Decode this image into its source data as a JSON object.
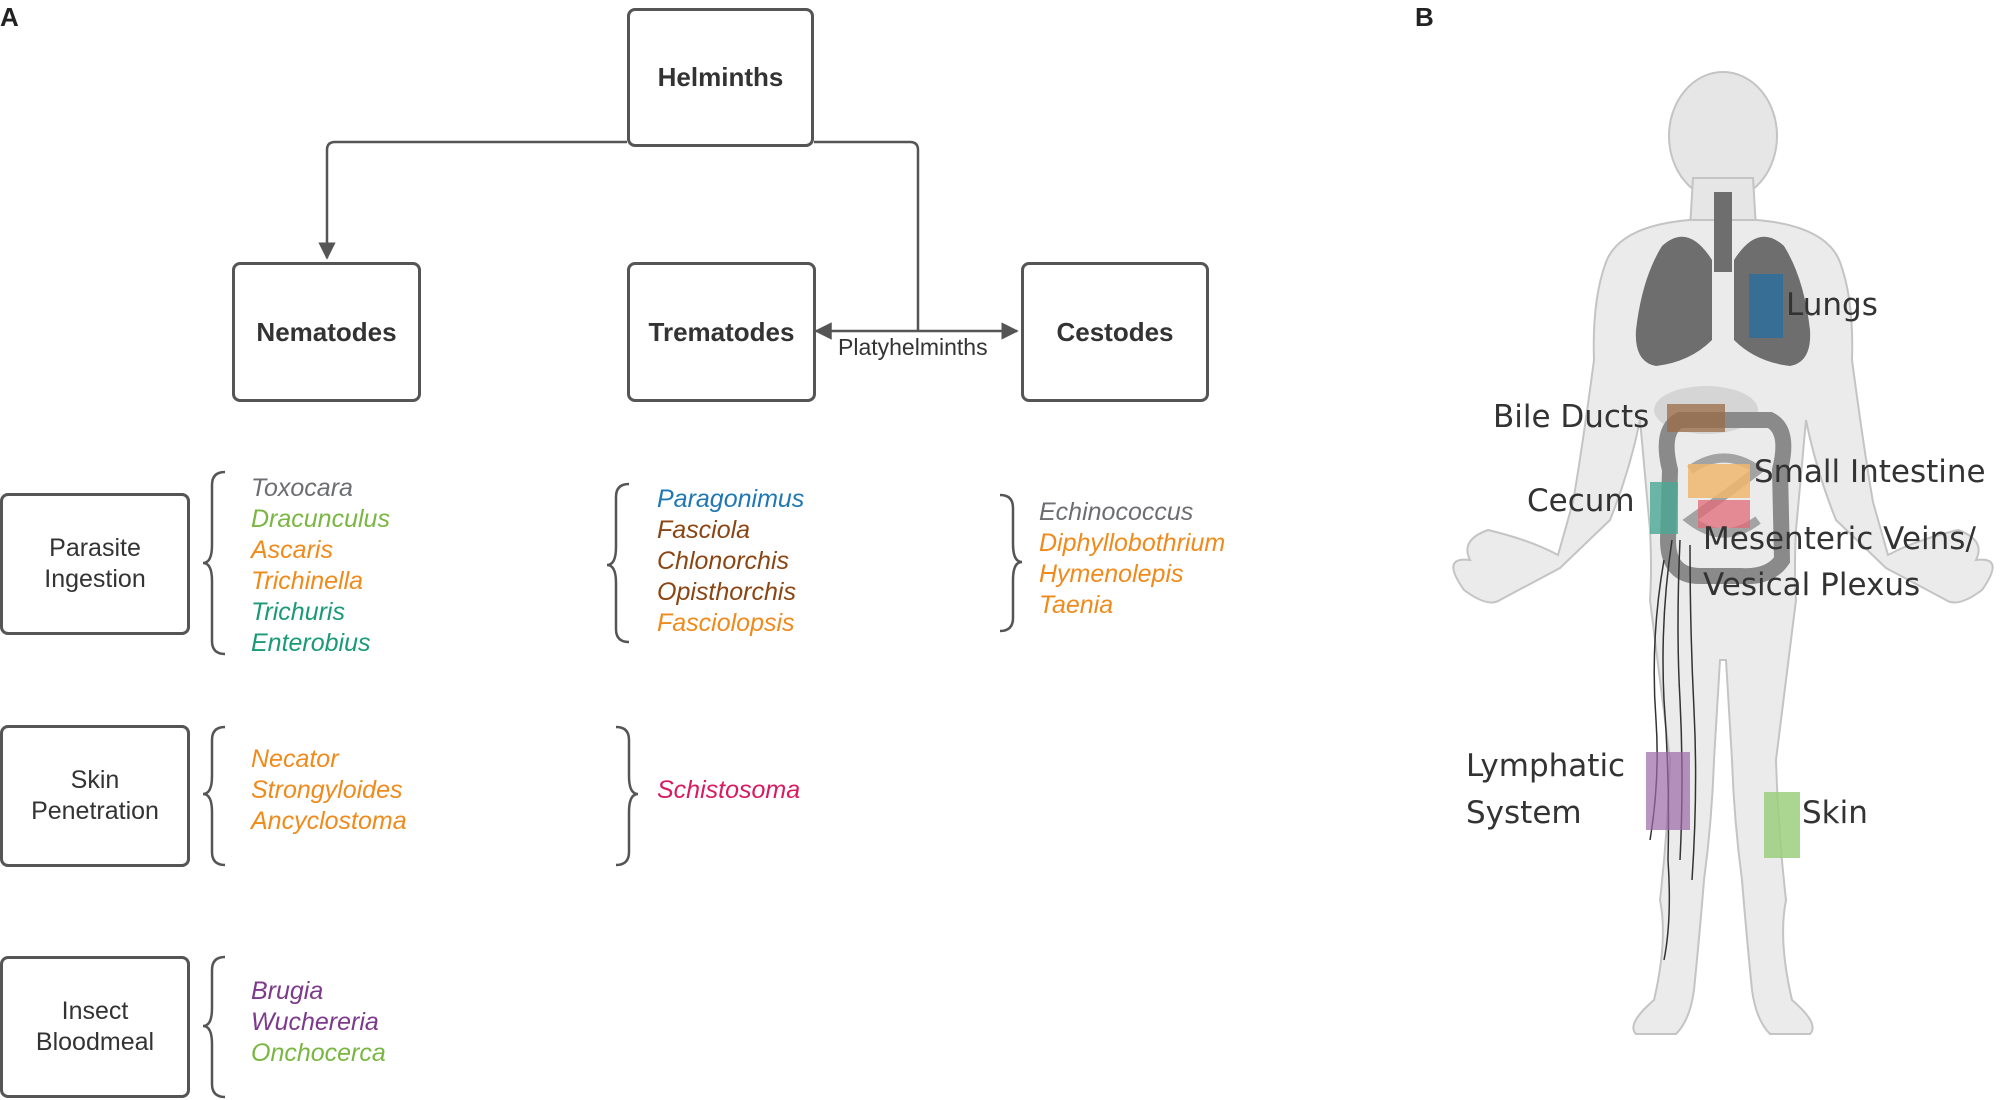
{
  "panels": {
    "a": "A",
    "b": "B"
  },
  "tree": {
    "root": "Helminths",
    "nematodes": "Nematodes",
    "trematodes": "Trematodes",
    "cestodes": "Cestodes",
    "platy_label": "Platyhelminths"
  },
  "routes": [
    {
      "line1": "Parasite",
      "line2": "Ingestion"
    },
    {
      "line1": "Skin",
      "line2": "Penetration"
    },
    {
      "line1": "Insect",
      "line2": "Bloodmeal"
    }
  ],
  "species": {
    "nem_ingestion": [
      {
        "name": "Toxocara",
        "color": "#6d6e71"
      },
      {
        "name": "Dracunculus",
        "color": "#7ab642"
      },
      {
        "name": "Ascaris",
        "color": "#ef8a1b"
      },
      {
        "name": "Trichinella",
        "color": "#ef8a1b"
      },
      {
        "name": "Trichuris",
        "color": "#1a9a78"
      },
      {
        "name": "Enterobius",
        "color": "#1a9a78"
      }
    ],
    "nem_skin": [
      {
        "name": "Necator",
        "color": "#ef8a1b"
      },
      {
        "name": "Strongyloides",
        "color": "#ef8a1b"
      },
      {
        "name": "Ancyclostoma",
        "color": "#ef8a1b"
      }
    ],
    "nem_insect": [
      {
        "name": "Brugia",
        "color": "#7d3a8c"
      },
      {
        "name": "Wuchereria",
        "color": "#7d3a8c"
      },
      {
        "name": "Onchocerca",
        "color": "#7ab642"
      }
    ],
    "trem_ingestion": [
      {
        "name": "Paragonimus",
        "color": "#1f78b4"
      },
      {
        "name": "Fasciola",
        "color": "#8b4513"
      },
      {
        "name": "Chlonorchis",
        "color": "#8b4513"
      },
      {
        "name": "Opisthorchis",
        "color": "#8b4513"
      },
      {
        "name": "Fasciolopsis",
        "color": "#ef8a1b"
      }
    ],
    "trem_skin": [
      {
        "name": "Schistosoma",
        "color": "#d81b60"
      }
    ],
    "cest_ingestion": [
      {
        "name": "Echinococcus",
        "color": "#6d6e71"
      },
      {
        "name": "Diphyllobothrium",
        "color": "#ef8a1b"
      },
      {
        "name": "Hymenolepis",
        "color": "#ef8a1b"
      },
      {
        "name": "Taenia",
        "color": "#ef8a1b"
      }
    ]
  },
  "body_sites": {
    "lungs": {
      "label": "Lungs",
      "color": "#2e6f9e"
    },
    "bile_ducts": {
      "label": "Bile Ducts",
      "color": "#9a6a46"
    },
    "small_intestine": {
      "label": "Small Intestine",
      "color": "#f0b66e"
    },
    "cecum": {
      "label": "Cecum",
      "color": "#4aa894"
    },
    "mesenteric": {
      "label": "Mesenteric Veins/",
      "label2": "Vesical Plexus",
      "color": "#e06a78"
    },
    "lymphatic": {
      "label": "Lymphatic",
      "label2": "System",
      "color": "#9b6aa8"
    },
    "skin": {
      "label": "Skin",
      "color": "#9ccf7e"
    }
  }
}
